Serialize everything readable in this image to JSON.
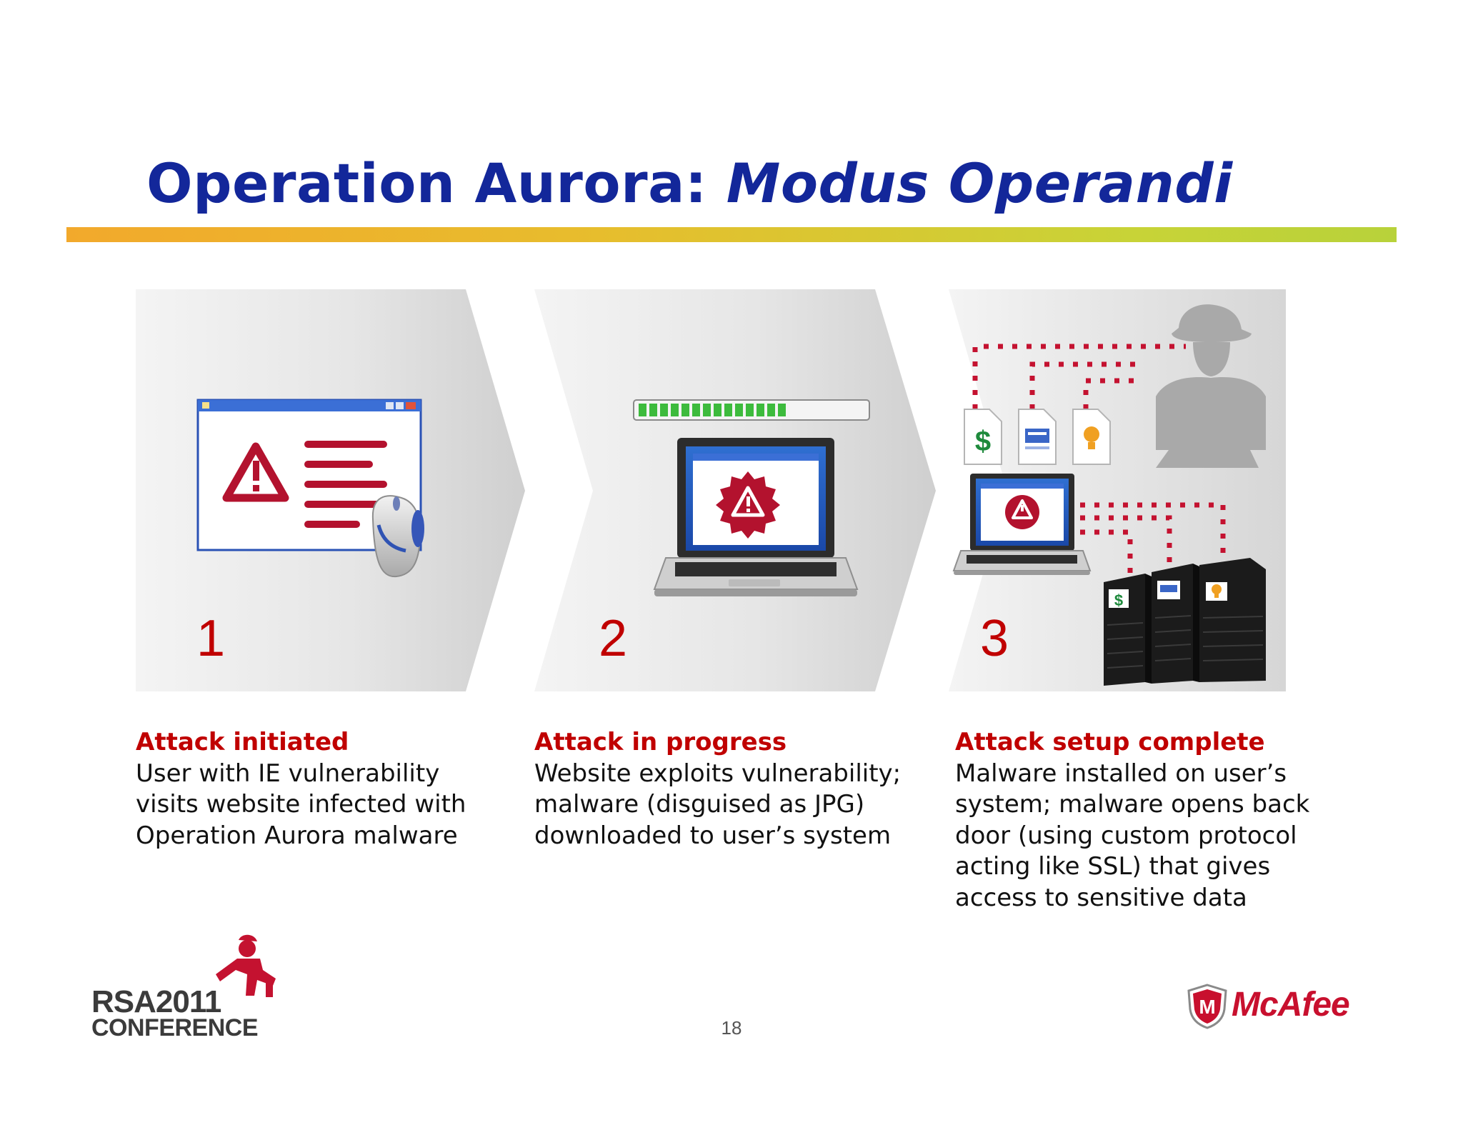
{
  "slide": {
    "title_plain": "Operation Aurora: ",
    "title_italic": "Modus Operandi",
    "page_number": "18"
  },
  "steps": [
    {
      "number": "1",
      "heading": "Attack initiated",
      "body": "User with IE vulnerability\nvisits website infected with\nOperation Aurora malware"
    },
    {
      "number": "2",
      "heading": "Attack in progress",
      "body": "Website exploits vulnerability;\nmalware (disguised as JPG)\ndownloaded to user’s system"
    },
    {
      "number": "3",
      "heading": "Attack setup complete",
      "body": "Malware installed on user’s\nsystem; malware opens back\ndoor (using custom protocol\nacting like SSL) that gives\naccess to sensitive data"
    }
  ],
  "icons": {
    "step1": [
      "window-icon",
      "warning-icon",
      "mouse-icon"
    ],
    "step2": [
      "progress-bar-icon",
      "laptop-icon",
      "warning-badge-icon"
    ],
    "step3": [
      "document-dollar-icon",
      "document-form-icon",
      "document-idea-icon",
      "hacker-silhouette-icon",
      "laptop-icon",
      "server-rack-icon"
    ],
    "server_labels": [
      "$"
    ],
    "document_labels": [
      "$"
    ]
  },
  "logos": {
    "rsa_brand": "RSA",
    "rsa_year": "2011",
    "rsa_conference": "CONFERENCE",
    "mcafee": "McAfee"
  },
  "colors": {
    "title": "#13279a",
    "accent_red": "#c00000",
    "rule_start": "#f2a92c",
    "rule_end": "#b8d23a",
    "mcafee_red": "#c8102e"
  }
}
